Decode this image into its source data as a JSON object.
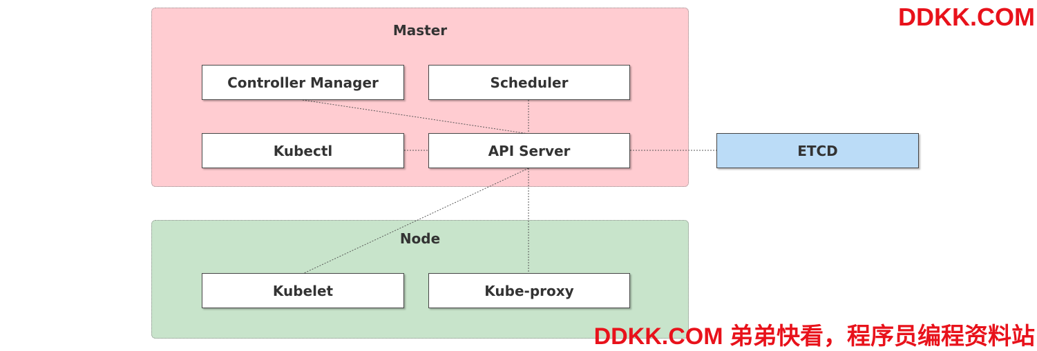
{
  "colors": {
    "master_fill": "#ffccd1",
    "node_fill": "#c8e4cb",
    "etcd_fill": "#bbdcf7",
    "edge": "#555555",
    "watermark": "#e8121b"
  },
  "master": {
    "label": "Master",
    "controller_manager": "Controller Manager",
    "scheduler": "Scheduler",
    "kubectl": "Kubectl",
    "api_server": "API Server"
  },
  "node_group": {
    "label": "Node",
    "kubelet": "Kubelet",
    "kube_proxy": "Kube-proxy"
  },
  "etcd": {
    "label": "ETCD"
  },
  "watermarks": {
    "top_right": "DDKK.COM",
    "bottom_right": "DDKK.COM 弟弟快看，程序员编程资料站"
  },
  "connections": [
    [
      "controller_manager",
      "api_server"
    ],
    [
      "scheduler",
      "api_server"
    ],
    [
      "kubectl",
      "api_server"
    ],
    [
      "api_server",
      "etcd"
    ],
    [
      "api_server",
      "kubelet"
    ],
    [
      "api_server",
      "kube_proxy"
    ]
  ]
}
